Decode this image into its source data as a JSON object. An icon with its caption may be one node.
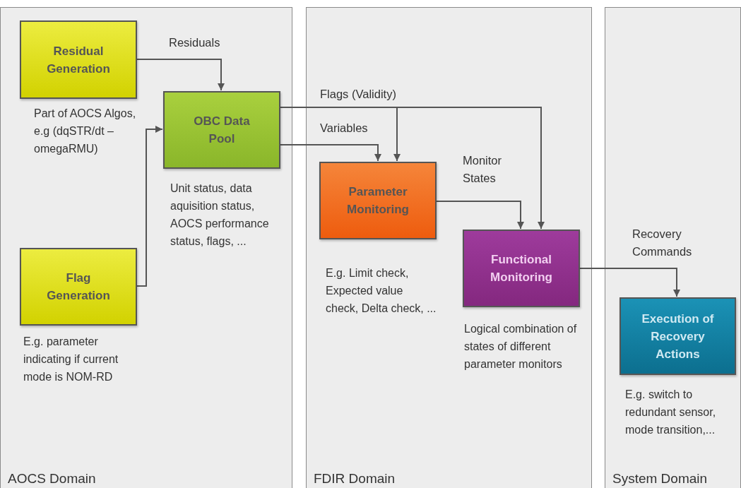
{
  "diagram": {
    "nodes": [
      {
        "text": [
          "AOCS Domain"
        ]
      },
      {
        "text": [
          "Residual Generation"
        ],
        "in": 0,
        "beside": [
          "Part of AOCS Algos, e.g (dqSTR/dt – omegaRMU)"
        ]
      },
      {
        "text": [
          "OBC Data Pool"
        ],
        "in": 0,
        "beside": [
          "Unit status, data aquisition status, AOCS performance status, flags, ..."
        ]
      },
      {
        "text": [
          "Flag Generation"
        ],
        "in": 0,
        "beside": [
          "E.g. parameter indicating if current mode is NOM-RD"
        ]
      },
      {
        "text": [
          "FDIR Domain"
        ]
      },
      {
        "text": [
          "Parameter Monitoring"
        ],
        "in": 4,
        "beside": [
          "E.g. Limit check, Expected value check, Delta check, ..."
        ]
      },
      {
        "text": [
          "Functional Monitoring"
        ],
        "in": 4,
        "beside": [
          "Logical combination of states of different parameter monitors"
        ]
      },
      {
        "text": [
          "System Domain"
        ]
      },
      {
        "text": [
          "Execution of Recovery Actions"
        ],
        "in": 7,
        "beside": [
          "E.g. switch to redundant sensor, mode transition,..."
        ]
      }
    ],
    "edges": [
      {
        "from": 1,
        "to": 2,
        "arrow": "to",
        "label": "Residuals"
      },
      {
        "from": 3,
        "to": 2,
        "arrow": "to"
      },
      {
        "from": 2,
        "to": 6,
        "arrow": "to",
        "label": "Flags (Validity)"
      },
      {
        "from": 2,
        "to": 5,
        "arrow": "to"
      },
      {
        "from": 2,
        "to": 5,
        "arrow": "to",
        "label": "Variables"
      },
      {
        "from": 5,
        "to": 6,
        "arrow": "to",
        "label": "Monitor States"
      },
      {
        "from": 6,
        "to": 8,
        "arrow": "to",
        "label": "Recovery Commands"
      }
    ]
  }
}
